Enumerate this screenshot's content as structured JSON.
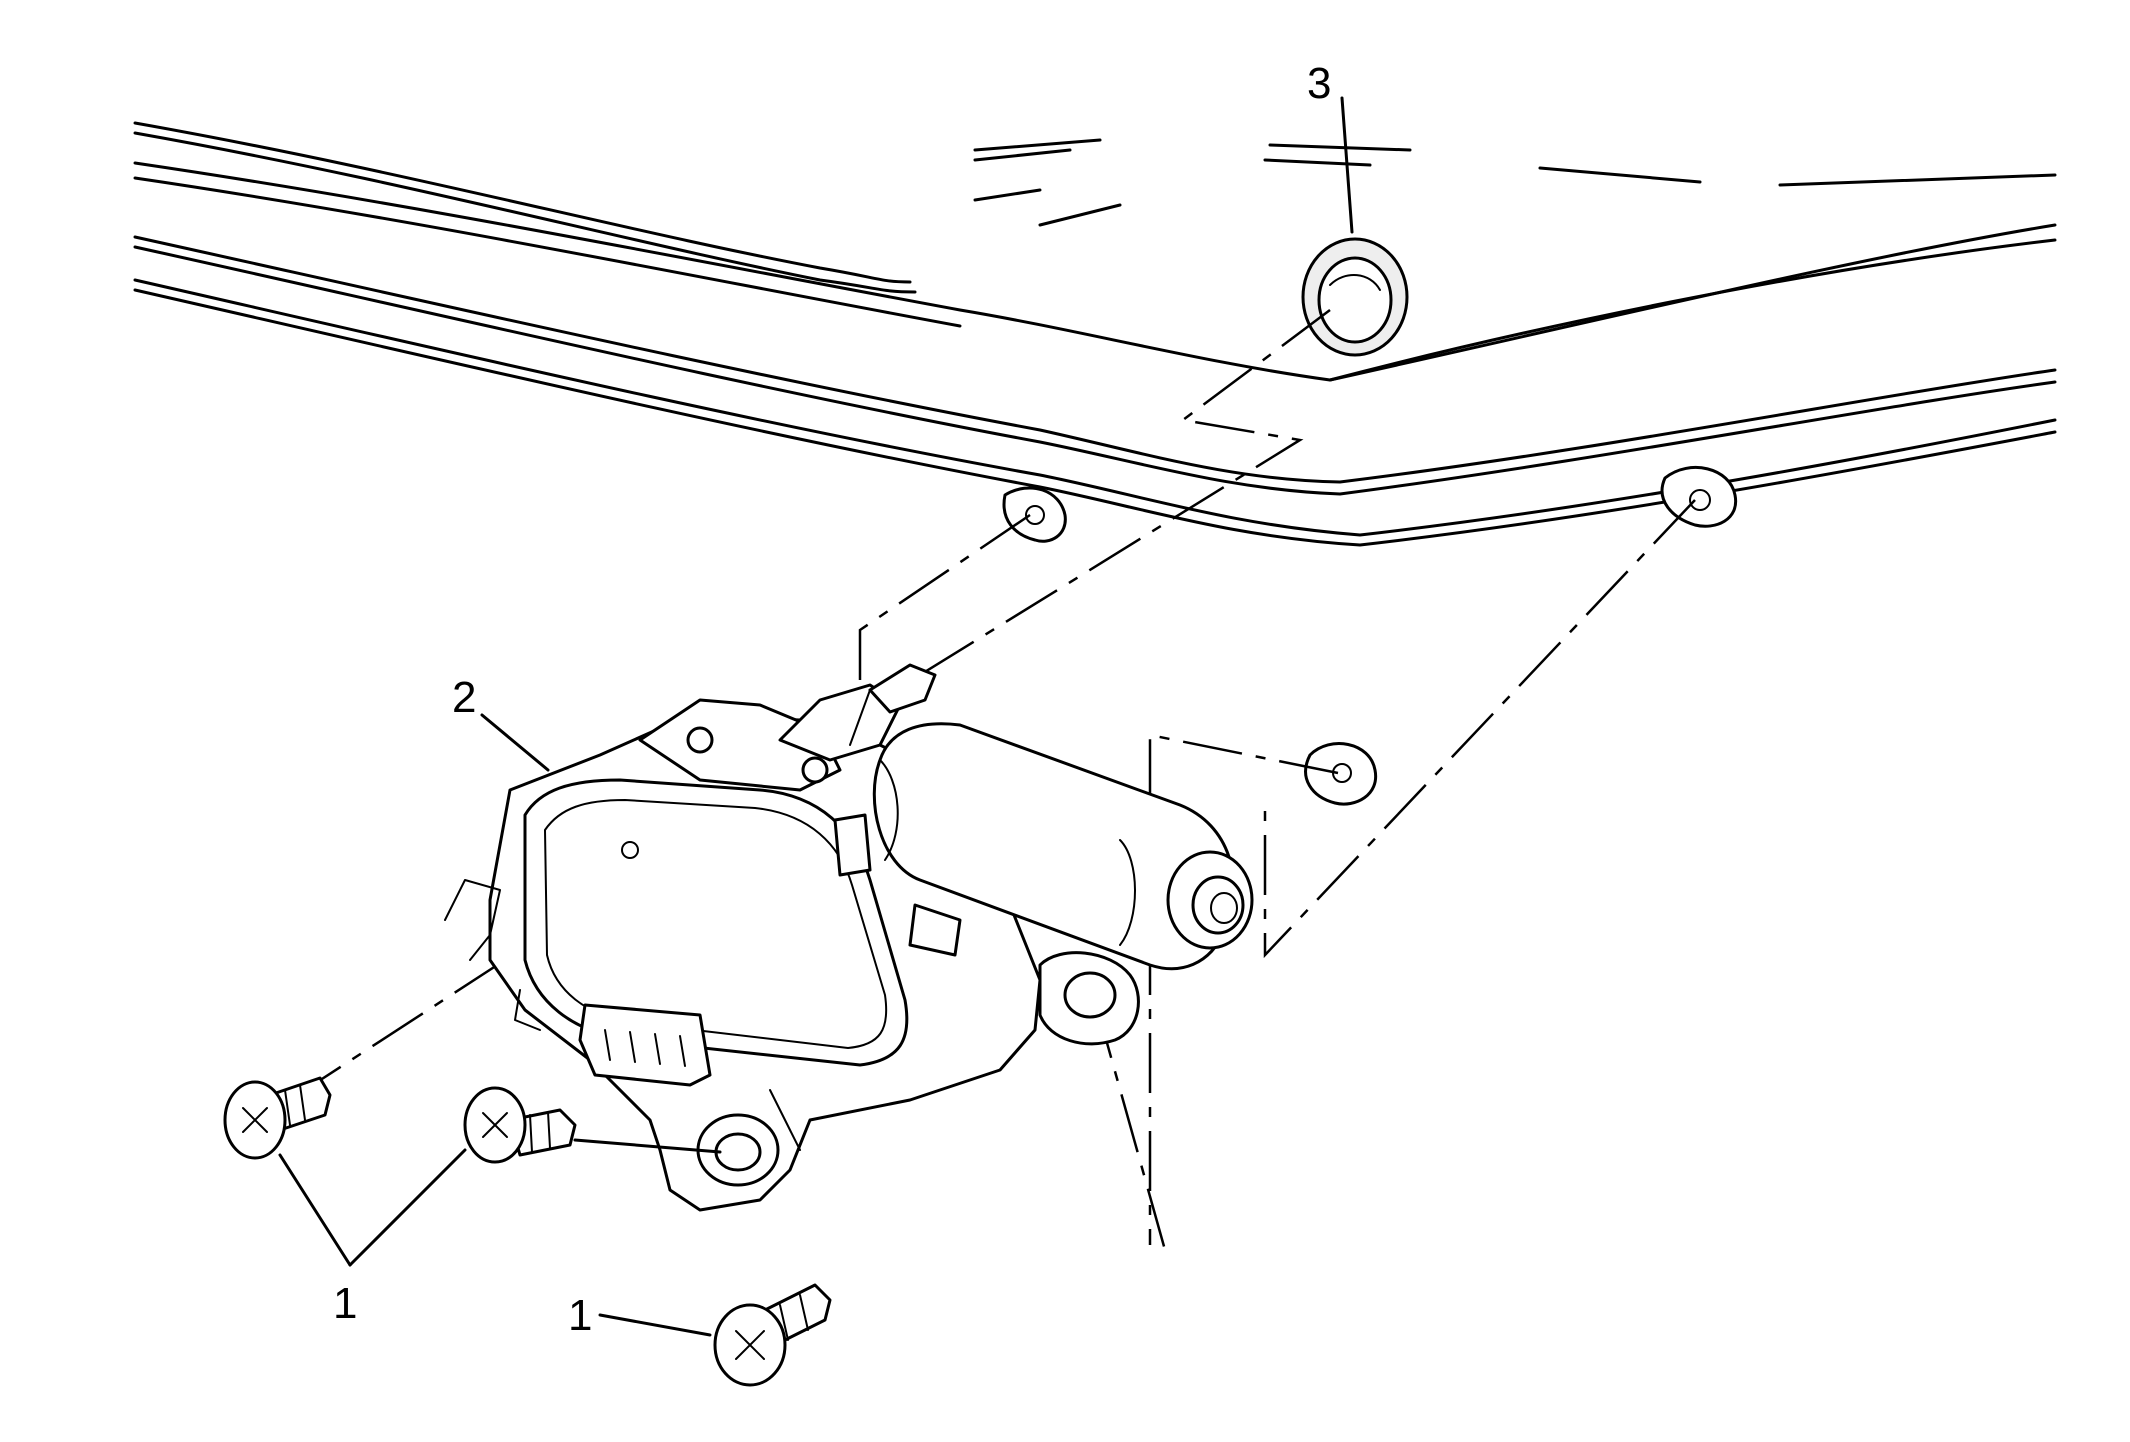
{
  "callouts": {
    "screws_left": "1",
    "screws_bottom": "1",
    "motor": "2",
    "grommet": "3"
  }
}
